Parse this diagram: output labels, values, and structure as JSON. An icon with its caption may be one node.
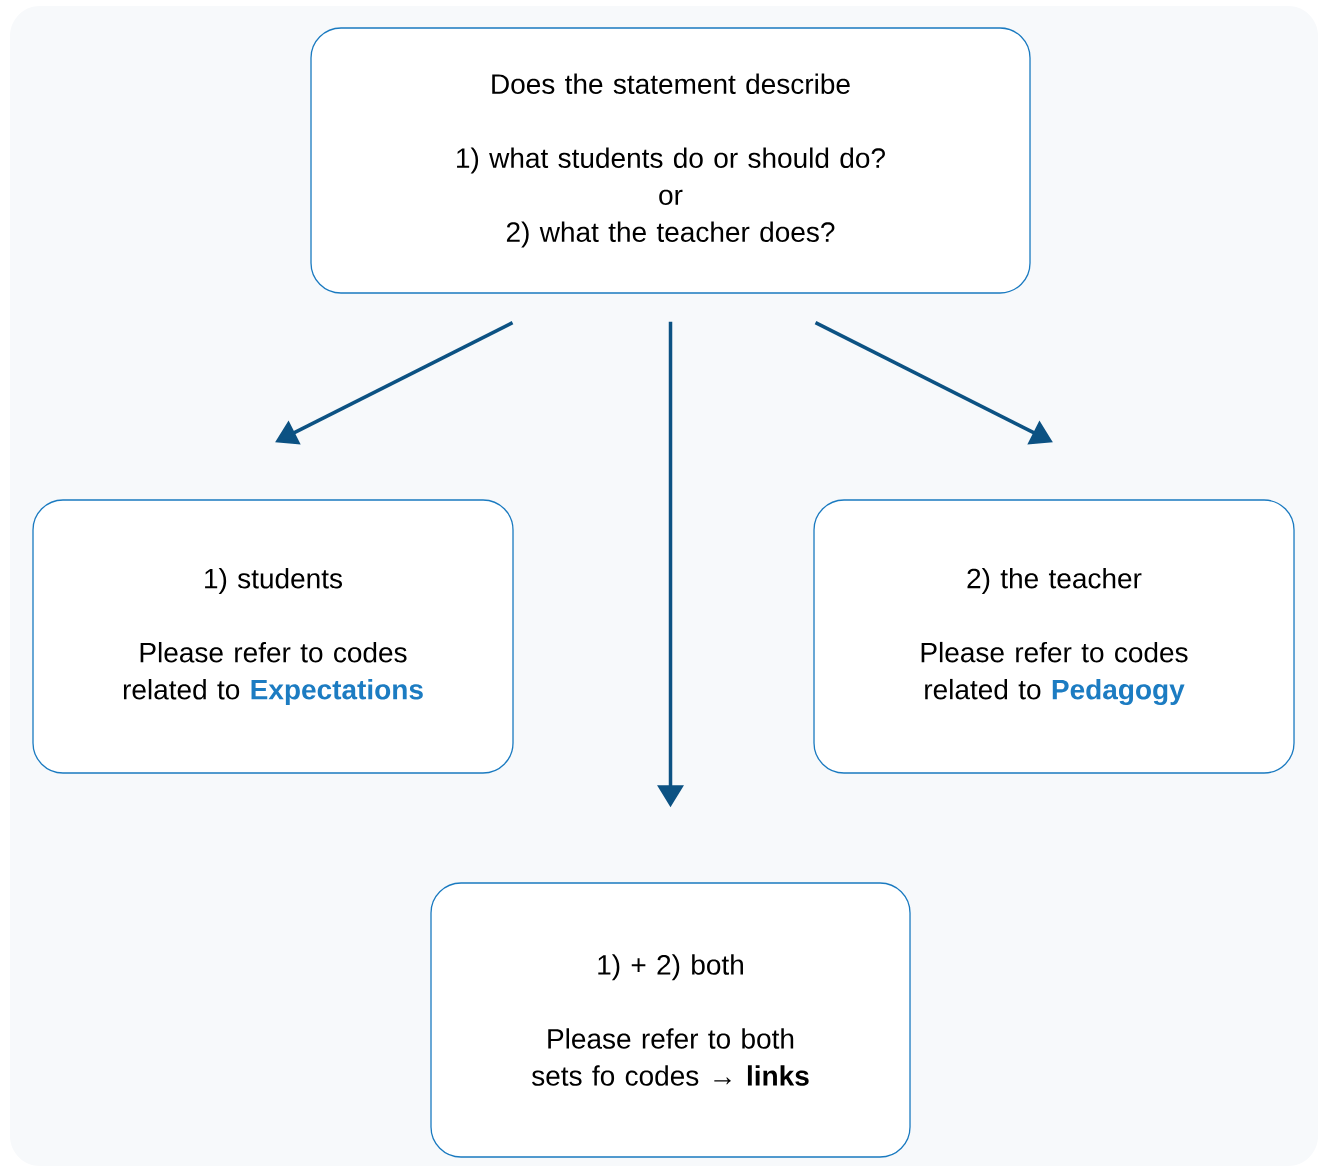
{
  "diagram": {
    "nodes": [
      {
        "text": [
          "Does the statement describe",
          "1) what students do or should do?",
          "or",
          "2) what the teacher does?"
        ]
      },
      {
        "text": [
          "1) students",
          "Please refer to codes related to **Expectations**"
        ]
      },
      {
        "text": [
          "2) the teacher",
          "Please refer to codes related to **Pedagogy**"
        ]
      },
      {
        "text": [
          "1) + 2) both",
          "Please refer to both sets fo codes → **links**"
        ]
      }
    ],
    "edges": [
      {
        "from": 0,
        "to": 1,
        "arrow": "to"
      },
      {
        "from": 0,
        "to": 3,
        "arrow": "to"
      },
      {
        "from": 0,
        "to": 2,
        "arrow": "to"
      }
    ]
  }
}
